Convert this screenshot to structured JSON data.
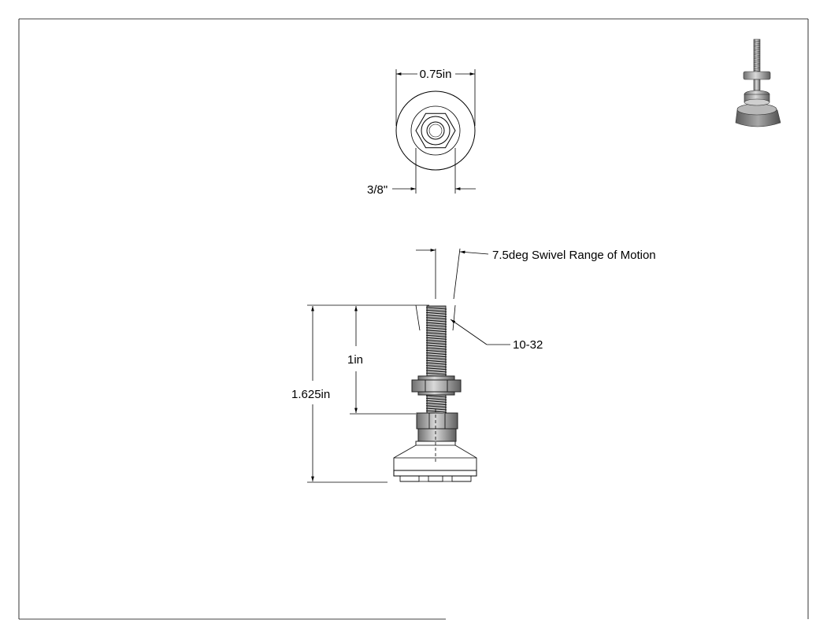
{
  "top_view": {
    "diameter_label": "0.75in",
    "hex_label": "3/8\""
  },
  "side_view": {
    "swivel_label": "7.5deg Swivel Range of Motion",
    "thread_label": "10-32",
    "thread_length_label": "1in",
    "overall_height_label": "1.625in"
  },
  "colors": {
    "line": "#000000",
    "steel": "#9a9a9a",
    "base": "#8c8c8c"
  },
  "icons": [
    "leveling-foot-3d-thumbnail"
  ]
}
